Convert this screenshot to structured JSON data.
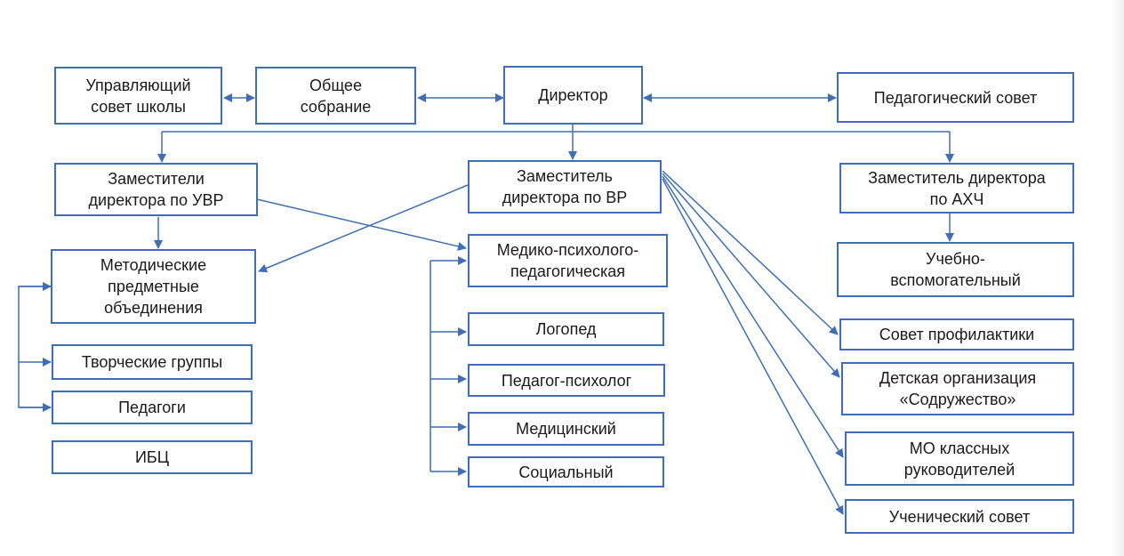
{
  "nodes": {
    "council": "Управляющий\nсовет школы",
    "general_meeting": "Общее\nсобрание",
    "director": "Директор",
    "ped_council": "Педагогический совет",
    "deputy_uvr": "Заместители\nдиректора по УВР",
    "deputy_vr": "Заместитель\nдиректора по ВР",
    "deputy_ahch": "Заместитель директора\nпо АХЧ",
    "methodical": "Методические\nпредметные\nобъединения",
    "creative_groups": "Творческие группы",
    "teachers": "Педагоги",
    "ibc": "ИБЦ",
    "mpp": "Медико-психолого-\nпедагогическая",
    "speech_therapist": "Логопед",
    "psychologist": "Педагог-психолог",
    "medical": "Медицинский",
    "social": "Социальный",
    "support_staff": "Учебно-\nвспомогательный",
    "prevention_council": "Совет профилактики",
    "children_org": "Детская организация\n«Содружество»",
    "mo_class_teachers": "МО классных\nруководителей",
    "student_council": "Ученический совет"
  },
  "colors": {
    "border": "#3f6eb5",
    "line": "#3f6eb5",
    "text": "#1a1a1a"
  }
}
